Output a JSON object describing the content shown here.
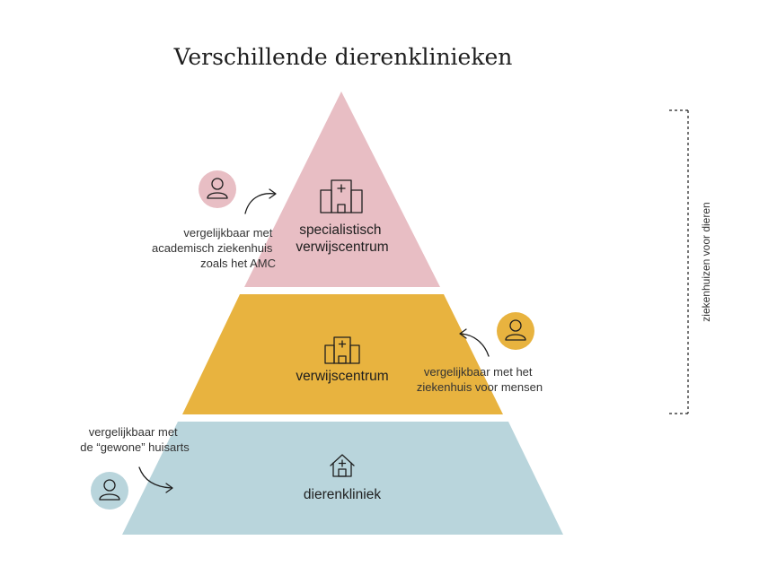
{
  "title": "Verschillende dierenklinieken",
  "colors": {
    "top": "#e8bec4",
    "middle": "#e8b33f",
    "bottom": "#b9d5dc",
    "line": "#1e1e1e"
  },
  "tiers": [
    {
      "label_lines": [
        "specialistisch",
        "verwijscentrum"
      ],
      "icon": "hospital-icon"
    },
    {
      "label_lines": [
        "verwijscentrum"
      ],
      "icon": "clinic-icon"
    },
    {
      "label_lines": [
        "dierenkliniek"
      ],
      "icon": "house-cross-icon"
    }
  ],
  "notes": {
    "top": [
      "vergelijkbaar met",
      "academisch ziekenhuis",
      "zoals het AMC"
    ],
    "middle": [
      "vergelijkbaar met het",
      "ziekenhuis voor mensen"
    ],
    "bottom": [
      "vergelijkbaar met",
      "de “gewone” huisarts"
    ]
  },
  "avatars": [
    "person-icon",
    "person-icon",
    "person-icon"
  ],
  "bracket_label": "ziekenhuizen voor dieren"
}
